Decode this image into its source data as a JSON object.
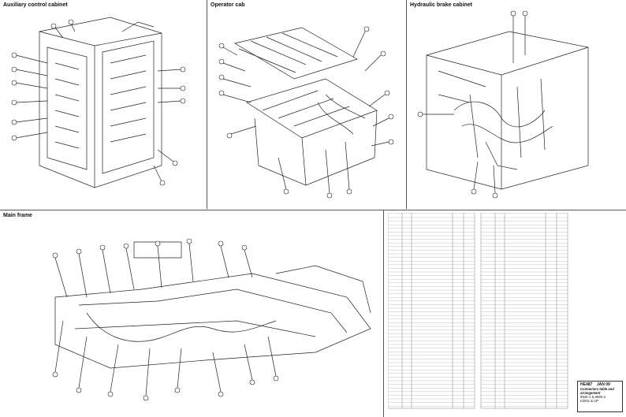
{
  "panels": {
    "aux_title": "Auxiliary control cabinet",
    "cab_title": "Operator cab",
    "brake_title": "Hydraulic brake cabinet",
    "frame_title": "Main frame"
  },
  "title_block": {
    "code": "HE487",
    "date": "JAN 09",
    "subtitle": "Connectors table and arrangement",
    "models": "994K-1 & 993K-2",
    "serials": "K3001 & UP"
  }
}
